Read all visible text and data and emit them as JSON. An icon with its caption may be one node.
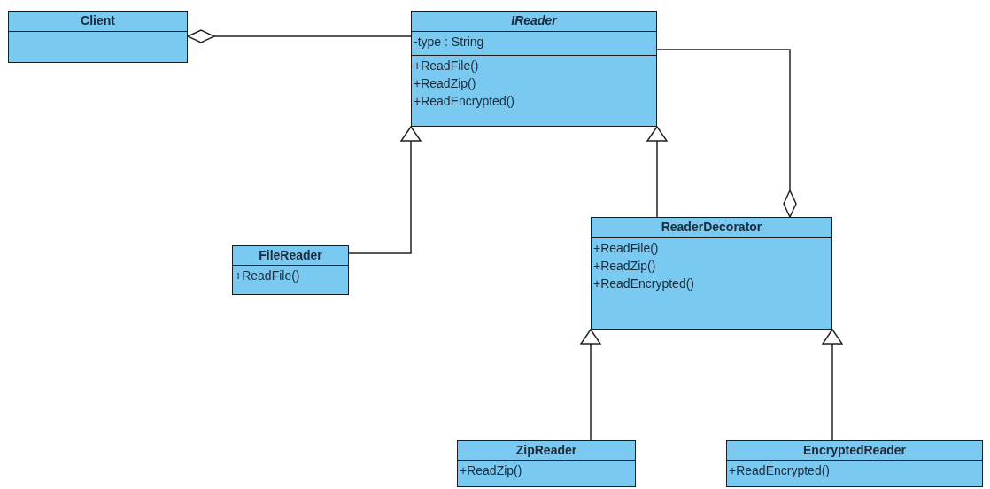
{
  "diagram": {
    "nodes": [
      {
        "text": [
          "Client"
        ]
      },
      {
        "text": [
          "IReader",
          "-type : String",
          "+ReadFile()",
          "+ReadZip()",
          "+ReadEncrypted()"
        ]
      },
      {
        "text": [
          "FileReader",
          "+ReadFile()"
        ]
      },
      {
        "text": [
          "ReaderDecorator",
          "+ReadFile()",
          "+ReadZip()",
          "+ReadEncrypted()"
        ]
      },
      {
        "text": [
          "ZipReader",
          "+ReadZip()"
        ]
      },
      {
        "text": [
          "EncryptedReader",
          "+ReadEncrypted()"
        ]
      }
    ],
    "edges": [
      {
        "from": 0,
        "to": 1,
        "arrow": "other"
      },
      {
        "from": 2,
        "to": 1,
        "arrow": "to"
      },
      {
        "from": 3,
        "to": 1,
        "arrow": "to"
      },
      {
        "from": 3,
        "to": 1,
        "arrow": "other"
      },
      {
        "from": 4,
        "to": 3,
        "arrow": "to"
      },
      {
        "from": 5,
        "to": 3,
        "arrow": "to"
      }
    ]
  }
}
